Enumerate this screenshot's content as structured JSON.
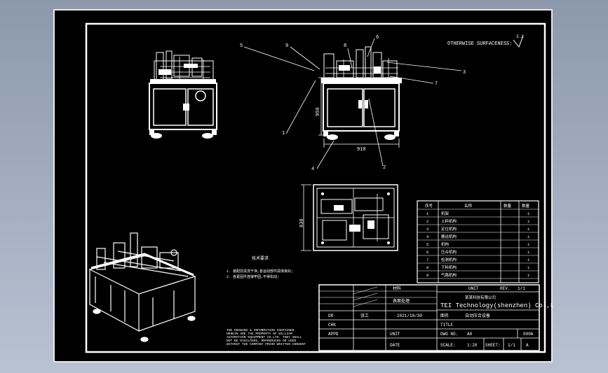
{
  "colors": {
    "background": "#8c98ac",
    "sheet": "#000000",
    "line": "#ffffff"
  },
  "surface_note": "OTHERWISE SURFACENESS:",
  "surface_value": "3.2",
  "dims": {
    "height": "950",
    "width": "910",
    "plan_depth": "830"
  },
  "balloons": [
    "1",
    "2",
    "3",
    "4",
    "5",
    "6",
    "7",
    "8",
    "9"
  ],
  "bom": {
    "headers": [
      "序号",
      "名称",
      "数量",
      "数量"
    ],
    "rows": [
      {
        "no": "1",
        "name": "机架",
        "qty": "1"
      },
      {
        "no": "2",
        "name": "上料机构",
        "qty": "1"
      },
      {
        "no": "3",
        "name": "定位机构",
        "qty": "1"
      },
      {
        "no": "4",
        "name": "搬运机构",
        "qty": "1"
      },
      {
        "no": "5",
        "name": "机构",
        "qty": "1"
      },
      {
        "no": "6",
        "name": "压合机构",
        "qty": "1"
      },
      {
        "no": "7",
        "name": "检测机构",
        "qty": "1"
      },
      {
        "no": "8",
        "name": "下料机构",
        "qty": "1"
      },
      {
        "no": "9",
        "name": "气路机构",
        "qty": "1"
      }
    ]
  },
  "notes": {
    "title": "技术要求",
    "line1": "1. 装配前清洗干净,各运动部件润滑良好;",
    "line2": "2. 各紧固件连接牢固,不得松动;"
  },
  "disclaimer": [
    "THE DRAWING & INFORMATION CONTAINED",
    "HEREIN ARE THE PROPERTY OF WILLIAM",
    "AUTOMATION EQUIPMENT CO.LTD. THEY SHALL",
    "NOT BE DISCLOSED, REPRODUCED OR USED",
    "WITHOUT THE COMPANY PRIOR WRITTEN CONSENT"
  ],
  "title_block": {
    "company_cn": "某某科技有限公司",
    "company_en": "TEI Technology(shenzhen) Co.,Ltd",
    "material_label": "材料",
    "material_value": "",
    "finish_label": "表面处理",
    "finish_value": "",
    "dr_label": "DR",
    "dr_name": "张工",
    "date": "2021/10/30",
    "chk_label": "CHK",
    "appd_label": "APPD",
    "drawing_name_label": "图名",
    "drawing_name": "自动压合设备",
    "title_label": "TITLE",
    "unit_label": "UNIT",
    "date_label": "DATE",
    "dwg_label": "DWG NO.",
    "dwg_value": "A0",
    "scale_label": "SCALE:",
    "scale_value": "1:20",
    "sheet_label": "SHEET:",
    "sheet_value": "1/1",
    "rev_label": "REV.",
    "rev_value": "1/1",
    "a_label": "A",
    "a_value": "",
    "extra": "000A"
  }
}
